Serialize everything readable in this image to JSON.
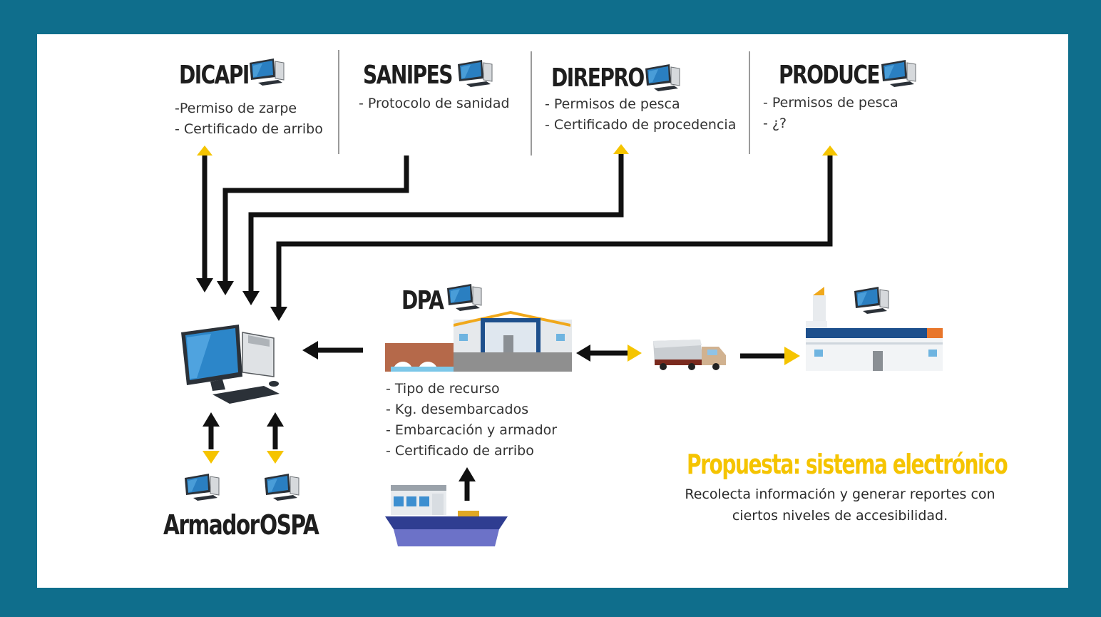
{
  "colors": {
    "frame": "#0f6e8c",
    "accent": "#f5c400",
    "arrow": "#111111",
    "divider": "#9a9a9a"
  },
  "agencies": [
    {
      "name": "DICAPI",
      "items": [
        "-Permiso de zarpe",
        "- Certificado de arribo"
      ],
      "icon": "computer-icon"
    },
    {
      "name": "SANIPES",
      "items": [
        "- Protocolo de sanidad"
      ],
      "icon": "computer-icon"
    },
    {
      "name": "DIREPRO",
      "items": [
        "- Permisos de pesca",
        "- Certificado de procedencia"
      ],
      "icon": "computer-icon"
    },
    {
      "name": "PRODUCE",
      "items": [
        "- Permisos de pesca",
        "- ¿?"
      ],
      "icon": "computer-icon"
    }
  ],
  "dpa": {
    "name": "DPA",
    "items": [
      "- Tipo de recurso",
      "- Kg. desembarcados",
      "- Embarcación y armador",
      "- Certificado de arribo"
    ]
  },
  "bottom_nodes": {
    "armador": "Armador",
    "ospa": "OSPA"
  },
  "proposal": {
    "title": "Propuesta: sistema electrónico",
    "description": "Recolecta información y generar reportes con ciertos niveles de accesibilidad."
  },
  "icons": [
    "computer-icon",
    "central-computer-icon",
    "port-building-icon",
    "truck-icon",
    "factory-icon",
    "fishing-boat-icon"
  ]
}
